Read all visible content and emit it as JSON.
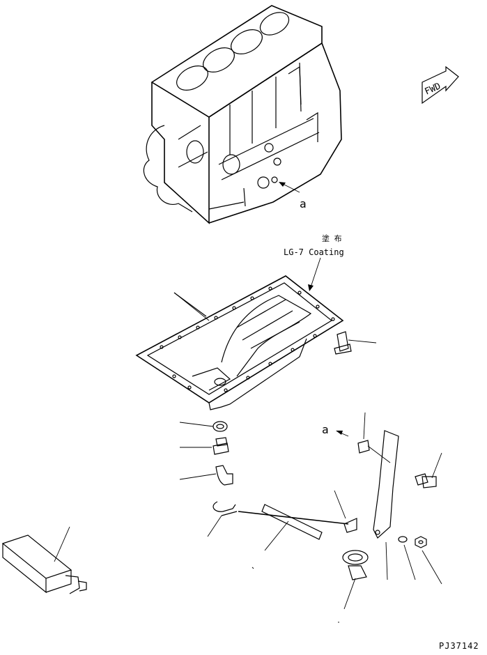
{
  "labels": {
    "fwd": "FWD",
    "coating_jp": "塗 布",
    "coating_en": "LG-7 Coating",
    "callout_a_top": "a",
    "callout_a_bottom": "a",
    "drawing_code": "PJ37142"
  }
}
